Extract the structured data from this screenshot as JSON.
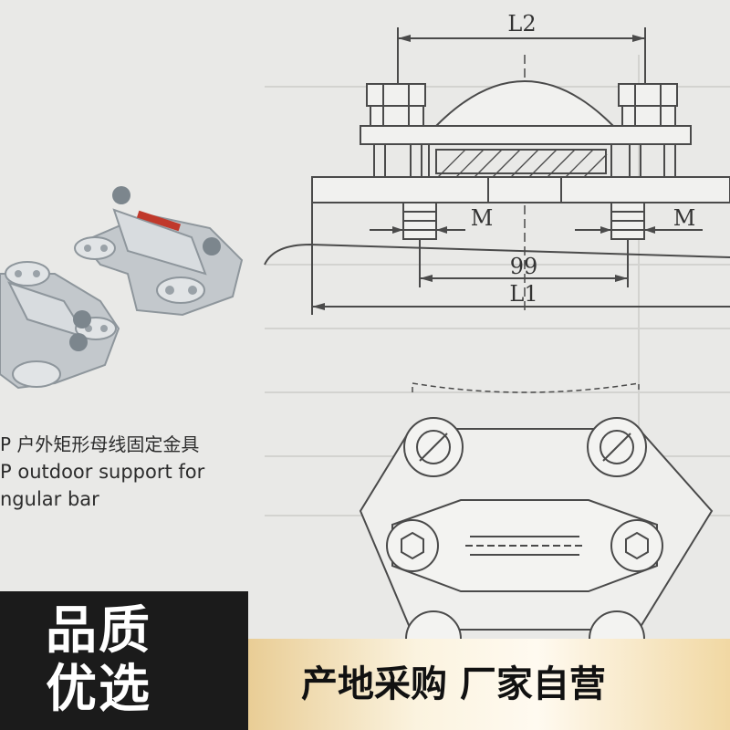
{
  "drawing": {
    "dim_top": "L2",
    "dim_bolt_left": "M",
    "dim_bolt_right": "M",
    "dim_spacing": "99",
    "dim_bottom": "L1"
  },
  "photo": {
    "caption_zh": "户外矩形母线固定金具",
    "caption_en_line1": "outdoor support for",
    "caption_en_line2": "ngular bar",
    "caption_prefix_1": "P",
    "caption_prefix_2": "P"
  },
  "badge": {
    "line1": "品质",
    "line2": "优选",
    "color": "#1b1b1b"
  },
  "tagline": {
    "text": "产地采购  厂家自营"
  },
  "colors": {
    "background": "#e9e9e7",
    "line": "#4a4a4a",
    "accent_gold": "#e9cd95"
  }
}
